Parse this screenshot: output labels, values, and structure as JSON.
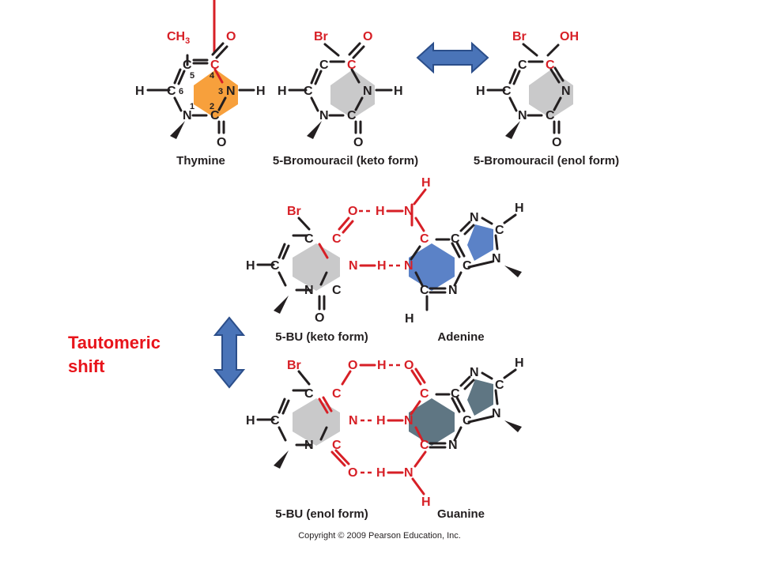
{
  "colors": {
    "thymine_ring": "#f7a03c",
    "bromouracil_ring": "#c9c9ca",
    "adenine_rings": "#5b82c7",
    "guanine_rings": "#5f7683",
    "arrow_fill": "#4a74b8",
    "arrow_stroke": "#2b4e8a",
    "label_red": "#e8141b",
    "atom_red": "#d71f26",
    "atom_black": "#231f20"
  },
  "atoms": {
    "C": "C",
    "N": "N",
    "O": "O",
    "H": "H",
    "Br": "Br",
    "OH": "OH",
    "CH": "CH",
    "sub3": "3"
  },
  "ring_numbers": [
    "1",
    "2",
    "3",
    "4",
    "5",
    "6"
  ],
  "captions": {
    "thymine": "Thymine",
    "bu_keto_top": "5-Bromouracil (keto form)",
    "bu_enol_top": "5-Bromouracil (enol form)",
    "bu_keto_pair": "5-BU (keto form)",
    "adenine": "Adenine",
    "bu_enol_pair": "5-BU (enol form)",
    "guanine": "Guanine"
  },
  "side_label": {
    "line1": "Tautomeric",
    "line2": "shift"
  },
  "copyright": "Copyright © 2009 Pearson Education, Inc."
}
